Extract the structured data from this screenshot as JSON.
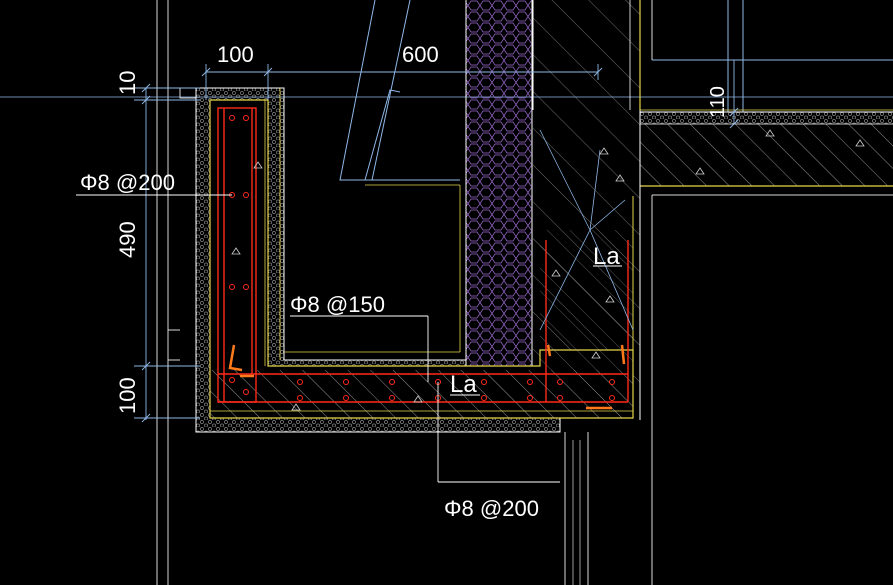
{
  "dimensions": {
    "top_width": "100",
    "top_span": "600",
    "slab_thickness": "10",
    "wall_height": "490",
    "bottom_thickness": "100",
    "right_thickness": "110"
  },
  "rebar_labels": {
    "left_wall": "Φ8 @200",
    "inner": "Φ8 @150",
    "bottom": "Φ8 @200"
  },
  "anchorage_labels": {
    "right": "La",
    "bottom": "La"
  },
  "colors": {
    "background": "#000000",
    "dimension": "#8fb8e8",
    "concrete_outline": "#ffffff",
    "hatch": "#ffffff",
    "rebar": "#ff2a1a",
    "rebar_end": "#ff7a1a",
    "finish_line": "#e6d64a",
    "insulation": "#a070d0",
    "text": "#ffffff"
  }
}
